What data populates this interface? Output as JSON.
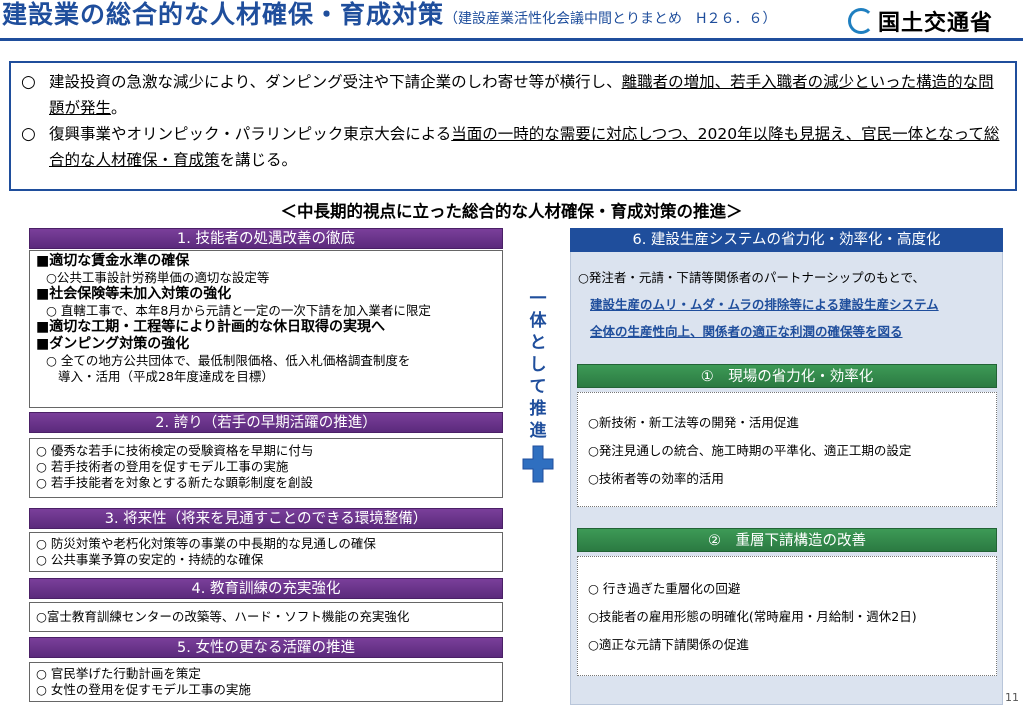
{
  "header": {
    "title": "建設業の総合的な人材確保・育成対策",
    "subtitle": "（建設産業活性化会議中間とりまとめ　H２６．６）",
    "logo_text": "国土交通省"
  },
  "summary": {
    "bullet_mark": "○",
    "p1_plain": "建設投資の急激な減少により、ダンピング受注や下請企業のしわ寄せ等が横行し、",
    "p1_underlined": "離職者の増加、若手入職者の減少といった構造的な問題が発生",
    "p1_end": "。",
    "p2_plain": "復興事業やオリンピック・パラリンピック東京大会による",
    "p2_underlined": "当面の一時的な需要に対応しつつ、2020年以降も見据え、官民一体となって総合的な人材確保・育成策",
    "p2_end": "を講じる。"
  },
  "mid_heading": "＜中長期的視点に立った総合的な人材確保・育成対策の推進＞",
  "section1": {
    "title": "1. 技能者の処遇改善の徹底",
    "items": [
      {
        "head": "■適切な賃金水準の確保",
        "sub": "○公共工事設計労務単価の適切な設定等"
      },
      {
        "head": "■社会保険等未加入対策の強化",
        "sub": "○ 直轄工事で、本年8月から元請と一定の一次下請を加入業者に限定"
      },
      {
        "head": "■適切な工期・工程等により計画的な休日取得の実現へ",
        "sub": ""
      },
      {
        "head": "■ダンピング対策の強化",
        "sub": "○ 全ての地方公共団体で、最低制限価格、低入札価格調査制度を",
        "sub2": "導入・活用（平成28年度達成を目標）"
      }
    ]
  },
  "section2": {
    "title": "2. 誇り（若手の早期活躍の推進）",
    "items": [
      "○ 優秀な若手に技術検定の受験資格を早期に付与",
      "○ 若手技術者の登用を促すモデル工事の実施",
      "○ 若手技能者を対象とする新たな顕彰制度を創設"
    ]
  },
  "section3": {
    "title": "3. 将来性（将来を見通すことのできる環境整備）",
    "items": [
      "○ 防災対策や老朽化対策等の事業の中長期的な見通しの確保",
      "○ 公共事業予算の安定的・持続的な確保"
    ]
  },
  "section4": {
    "title": "4. 教育訓練の充実強化",
    "items": [
      "○富士教育訓練センターの改築等、ハード・ソフト機能の充実強化"
    ]
  },
  "section5": {
    "title": "5. 女性の更なる活躍の推進",
    "items": [
      "○ 官民挙げた行動計画を策定",
      "○ 女性の登用を促すモデル工事の実施"
    ]
  },
  "connector": {
    "vertical_text": [
      "一",
      "体",
      "と",
      "し",
      "て",
      "推",
      "進"
    ],
    "plus_icon": "plus-icon",
    "plus_color": "#2f6fc0"
  },
  "section6": {
    "title": "6. 建設生産システムの省力化・効率化・高度化",
    "intro": "○発注者・元請・下請等関係者のパートナーシップのもとで、",
    "blue1": "建設生産のムリ・ムダ・ムラの排除等による建設生産システム",
    "blue2": "全体の生産性向上、関係者の適正な利潤の確保等を図る",
    "sub1": {
      "title": "①　現場の省力化・効率化",
      "items": [
        "○新技術・新工法等の開発・活用促進",
        "○発注見通しの統合、施工時期の平準化、適正工期の設定",
        "○技術者等の効率的活用"
      ]
    },
    "sub2": {
      "title": "②　重層下請構造の改善",
      "items": [
        "○ 行き過ぎた重層化の回避",
        "○技能者の雇用形態の明確化(常時雇用・月給制・週休2日)",
        "○適正な元請下請関係の促進"
      ]
    }
  },
  "page_number": "11",
  "colors": {
    "brand_blue": "#1f4e9c",
    "purple": "#6a3390",
    "green": "#2e8048",
    "panel_bg": "#dbe3ef"
  }
}
